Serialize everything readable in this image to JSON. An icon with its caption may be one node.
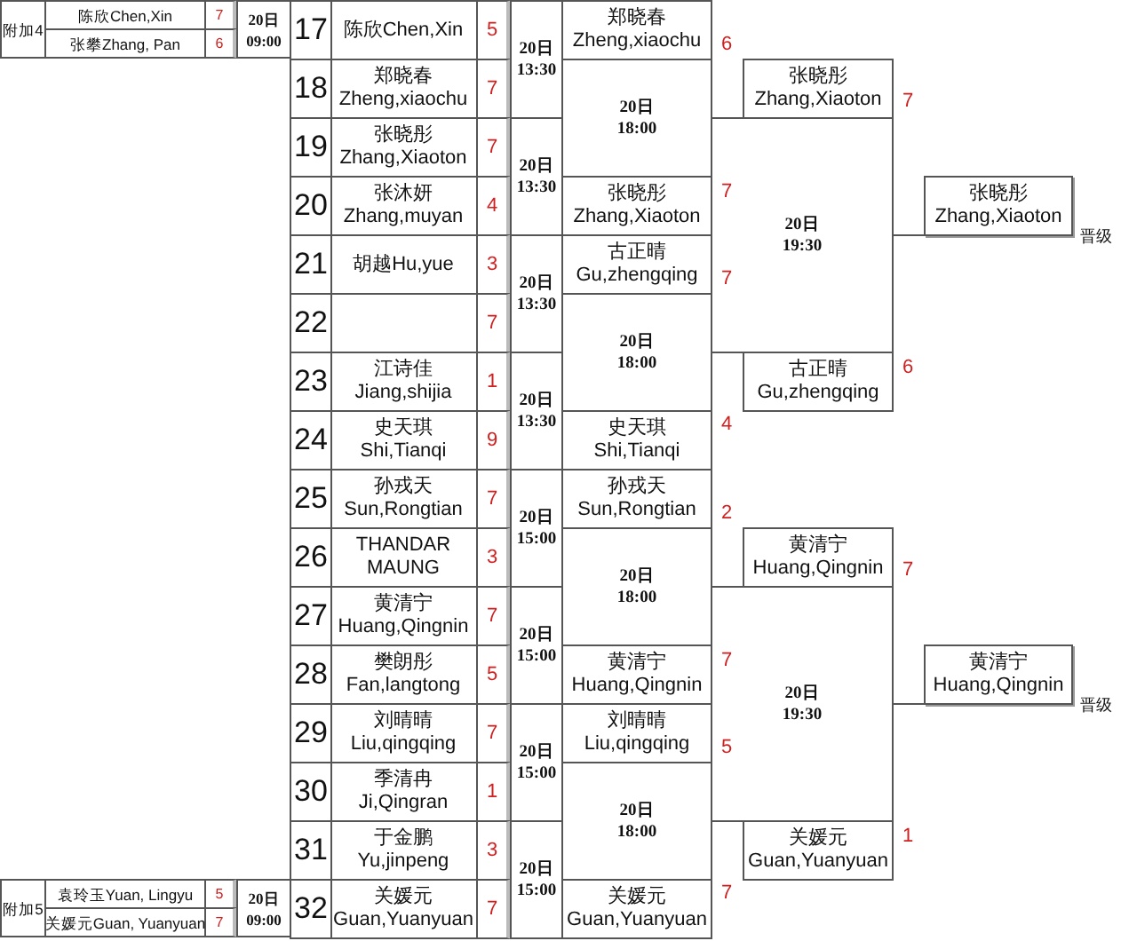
{
  "diagram": {
    "nodes": [
      {
        "text": [
          "附加4"
        ]
      },
      {
        "text": [
          "陈欣Chen,Xin"
        ],
        "beside": [
          "7"
        ]
      },
      {
        "text": [
          "张攀Zhang, Pan"
        ],
        "beside": [
          "6"
        ]
      },
      {
        "text": [
          "20日 09:00"
        ]
      },
      {
        "text": [
          "17",
          "陈欣Chen,Xin"
        ],
        "beside": [
          "5"
        ]
      },
      {
        "text": [
          "18",
          "郑晓春 Zheng,xiaochu"
        ],
        "beside": [
          "7"
        ]
      },
      {
        "text": [
          "19",
          "张晓彤 Zhang,Xiaoton"
        ],
        "beside": [
          "7"
        ]
      },
      {
        "text": [
          "20",
          "张沐妍 Zhang,muyan"
        ],
        "beside": [
          "4"
        ]
      },
      {
        "text": [
          "21",
          "胡越Hu,yue"
        ],
        "beside": [
          "3"
        ]
      },
      {
        "text": [
          "22"
        ],
        "beside": [
          "7"
        ]
      },
      {
        "text": [
          "23",
          "江诗佳 Jiang,shijia"
        ],
        "beside": [
          "1"
        ]
      },
      {
        "text": [
          "24",
          "史天琪 Shi,Tianqi"
        ],
        "beside": [
          "9"
        ]
      },
      {
        "text": [
          "25",
          "孙戎天 Sun,Rongtian"
        ],
        "beside": [
          "7"
        ]
      },
      {
        "text": [
          "26",
          "THANDAR MAUNG"
        ],
        "beside": [
          "3"
        ]
      },
      {
        "text": [
          "27",
          "黄清宁 Huang,Qingnin"
        ],
        "beside": [
          "7"
        ]
      },
      {
        "text": [
          "28",
          "樊朗彤 Fan,langtong"
        ],
        "beside": [
          "5"
        ]
      },
      {
        "text": [
          "29",
          "刘晴晴 Liu,qingqing"
        ],
        "beside": [
          "7"
        ]
      },
      {
        "text": [
          "30",
          "季清冉 Ji,Qingran"
        ],
        "beside": [
          "1"
        ]
      },
      {
        "text": [
          "31",
          "于金鹏 Yu,jinpeng"
        ],
        "beside": [
          "3"
        ]
      },
      {
        "text": [
          "32",
          "关媛元 Guan,Yuanyuan"
        ],
        "beside": [
          "7"
        ]
      },
      {
        "text": [
          "20日 13:30"
        ]
      },
      {
        "text": [
          "20日 13:30"
        ]
      },
      {
        "text": [
          "20日 13:30"
        ]
      },
      {
        "text": [
          "20日 13:30"
        ]
      },
      {
        "text": [
          "20日 15:00"
        ]
      },
      {
        "text": [
          "20日 15:00"
        ]
      },
      {
        "text": [
          "20日 15:00"
        ]
      },
      {
        "text": [
          "20日 15:00"
        ]
      },
      {
        "text": [
          "郑晓春 Zheng,xiaochu"
        ],
        "beside": [
          "6"
        ]
      },
      {
        "text": [
          "20日 18:00"
        ]
      },
      {
        "text": [
          "张晓彤 Zhang,Xiaoton"
        ],
        "beside": [
          "7"
        ]
      },
      {
        "text": [
          "古正晴 Gu,zhengqing"
        ],
        "beside": [
          "7"
        ]
      },
      {
        "text": [
          "20日 18:00"
        ]
      },
      {
        "text": [
          "史天琪 Shi,Tianqi"
        ],
        "beside": [
          "4"
        ]
      },
      {
        "text": [
          "孙戎天 Sun,Rongtian"
        ],
        "beside": [
          "2"
        ]
      },
      {
        "text": [
          "20日 18:00"
        ]
      },
      {
        "text": [
          "黄清宁 Huang,Qingnin"
        ],
        "beside": [
          "7"
        ]
      },
      {
        "text": [
          "刘晴晴 Liu,qingqing"
        ],
        "beside": [
          "5"
        ]
      },
      {
        "text": [
          "20日 18:00"
        ]
      },
      {
        "text": [
          "关媛元 Guan,Yuanyuan"
        ],
        "beside": [
          "7"
        ]
      },
      {
        "text": [
          "张晓彤 Zhang,Xiaoton"
        ],
        "beside": [
          "7"
        ]
      },
      {
        "text": [
          "20日 19:30"
        ]
      },
      {
        "text": [
          "古正晴 Gu,zhengqing"
        ],
        "beside": [
          "6"
        ]
      },
      {
        "text": [
          "黄清宁 Huang,Qingnin"
        ],
        "beside": [
          "7"
        ]
      },
      {
        "text": [
          "20日 19:30"
        ]
      },
      {
        "text": [
          "关媛元 Guan,Yuanyuan"
        ],
        "beside": [
          "1"
        ]
      },
      {
        "text": [
          "张晓彤 Zhang,Xiaoton"
        ],
        "beside": [
          "晋级"
        ]
      },
      {
        "text": [
          "黄清宁 Huang,Qingnin"
        ],
        "beside": [
          "晋级"
        ]
      },
      {
        "text": [
          "附加5"
        ]
      },
      {
        "text": [
          "袁玲玉Yuan, Lingyu"
        ],
        "beside": [
          "5"
        ]
      },
      {
        "text": [
          "关媛元Guan, Yuanyuan"
        ],
        "beside": [
          "7"
        ]
      },
      {
        "text": [
          "20日 09:00"
        ]
      }
    ],
    "edges": [
      {
        "from": 29,
        "to": 40,
        "arrow": "none"
      },
      {
        "from": 32,
        "to": 42,
        "arrow": "none"
      },
      {
        "from": 35,
        "to": 43,
        "arrow": "none"
      },
      {
        "from": 38,
        "to": 45,
        "arrow": "none"
      },
      {
        "from": 41,
        "to": 46,
        "arrow": "none"
      },
      {
        "from": 44,
        "to": 47,
        "arrow": "none"
      }
    ]
  }
}
